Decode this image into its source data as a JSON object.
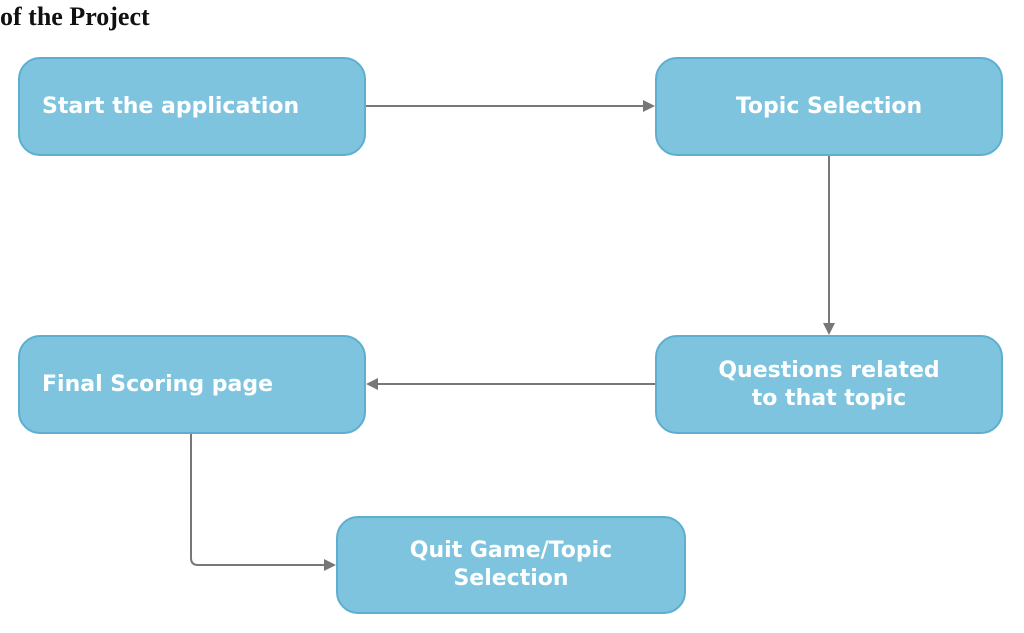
{
  "heading": "of the Project",
  "colors": {
    "node_fill": "#7ec4de",
    "node_border": "#5eaed0",
    "node_text": "#ffffff",
    "connector": "#777777"
  },
  "nodes": {
    "start": {
      "label": "Start the application"
    },
    "topic": {
      "label": "Topic Selection"
    },
    "questions": {
      "label": "Questions related\nto that topic"
    },
    "final": {
      "label": "Final Scoring page"
    },
    "quit": {
      "label": "Quit Game/Topic\nSelection"
    }
  },
  "edges": [
    {
      "from": "start",
      "to": "topic"
    },
    {
      "from": "topic",
      "to": "questions"
    },
    {
      "from": "questions",
      "to": "final"
    },
    {
      "from": "final",
      "to": "quit"
    }
  ]
}
